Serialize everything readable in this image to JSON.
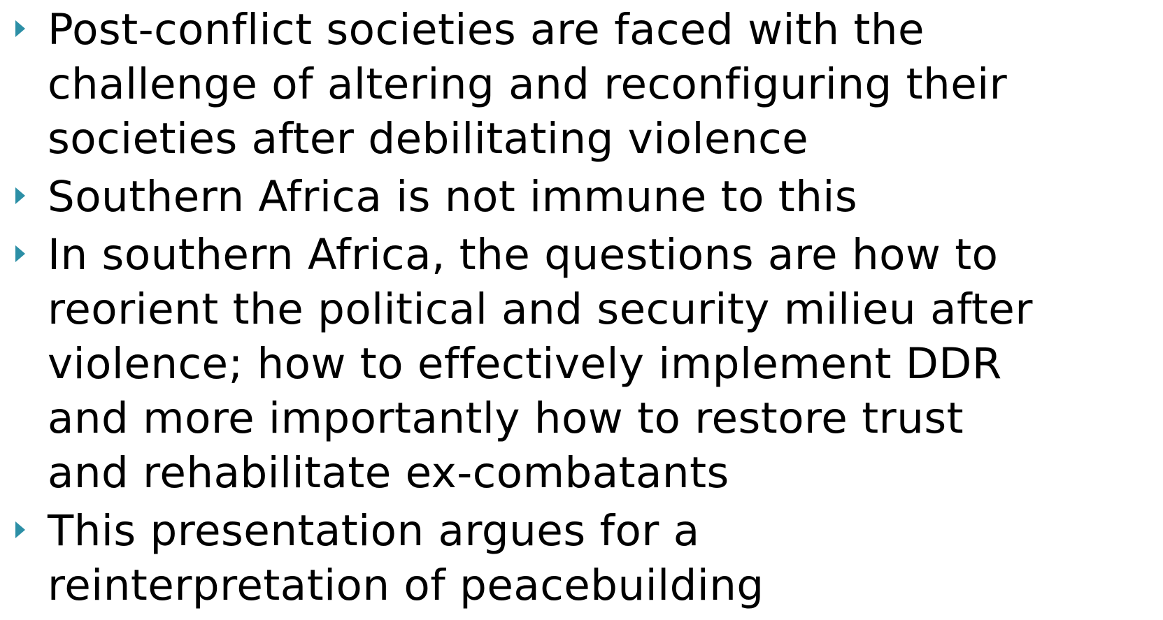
{
  "slide": {
    "bullet_color": "#2c8fa6",
    "bullets": [
      {
        "lines": [
          "Post-conflict societies are faced with the",
          "challenge of altering and reconfiguring their",
          "societies after debilitating violence"
        ]
      },
      {
        "lines": [
          "Southern Africa is not immune to this"
        ]
      },
      {
        "lines": [
          "In southern Africa, the questions are how to",
          "reorient the political and security milieu after",
          "violence; how to effectively implement DDR",
          "and more importantly how to restore trust",
          "and rehabilitate ex-combatants"
        ]
      },
      {
        "lines": [
          "This presentation argues for a",
          "reinterpretation of peacebuilding"
        ]
      }
    ]
  }
}
